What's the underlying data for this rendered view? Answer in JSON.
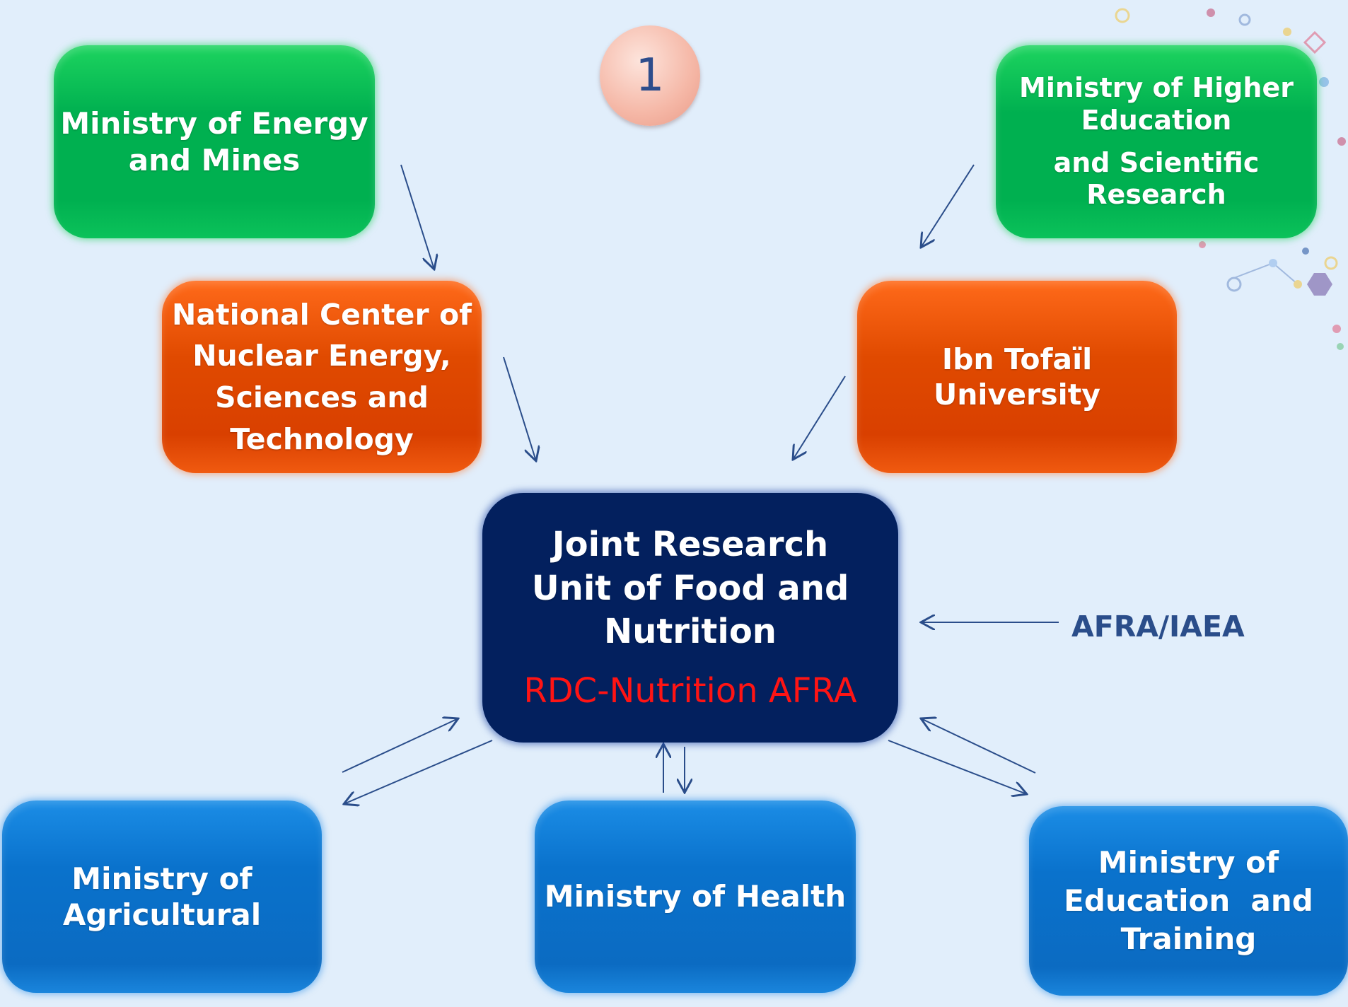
{
  "badge": {
    "number": "1"
  },
  "boxes": {
    "energy": {
      "line1": "Ministry of Energy",
      "line2": "and Mines"
    },
    "higher_ed": {
      "line1": "Ministry of Higher",
      "line2": "Education",
      "line3": "and Scientific",
      "line4": "Research"
    },
    "cnesten": {
      "line1": "National Center of",
      "line2": "Nuclear Energy,",
      "line3": "Sciences and",
      "line4": "Technology"
    },
    "ibn_tofail": {
      "line1": "Ibn Tofaïl University"
    },
    "center": {
      "line1": "Joint Research",
      "line2": "Unit of Food and",
      "line3": "Nutrition",
      "subtitle": "RDC-Nutrition AFRA"
    },
    "agricultural": {
      "line1": "Ministry of",
      "line2": "Agricultural"
    },
    "health": {
      "line1": "Ministry of Health"
    },
    "education": {
      "line1": "Ministry of",
      "line2": "Education  and",
      "line3": "Training"
    }
  },
  "external": {
    "afra_iaea": "AFRA/IAEA"
  },
  "colors": {
    "background": "#e1eefb",
    "green": "#00b050",
    "orange": "#e04a00",
    "blue": "#0a72cc",
    "navy": "#03205e",
    "accent_red": "#ff1414",
    "arrow": "#2a4d8a"
  }
}
